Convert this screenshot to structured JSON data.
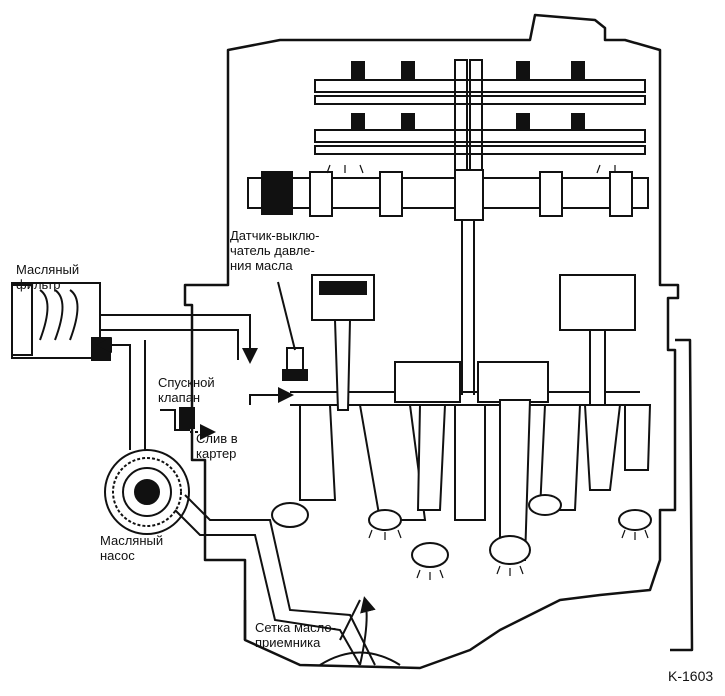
{
  "labels": {
    "oil_filter": [
      "Масляный",
      "фильтр"
    ],
    "pressure_switch": [
      "Датчик-выклю-",
      "чатель давле-",
      "ния масла"
    ],
    "drain_valve": [
      "Спускной",
      "клапан"
    ],
    "drain_to_sump": [
      "Слив в",
      "картер"
    ],
    "oil_pump": [
      "Масляный",
      "насос"
    ],
    "oil_intake_screen": [
      "Сетка масло-",
      "приемника"
    ]
  },
  "figure_code": "K-1603",
  "colors": {
    "ink": "#111111",
    "paper": "#ffffff"
  }
}
